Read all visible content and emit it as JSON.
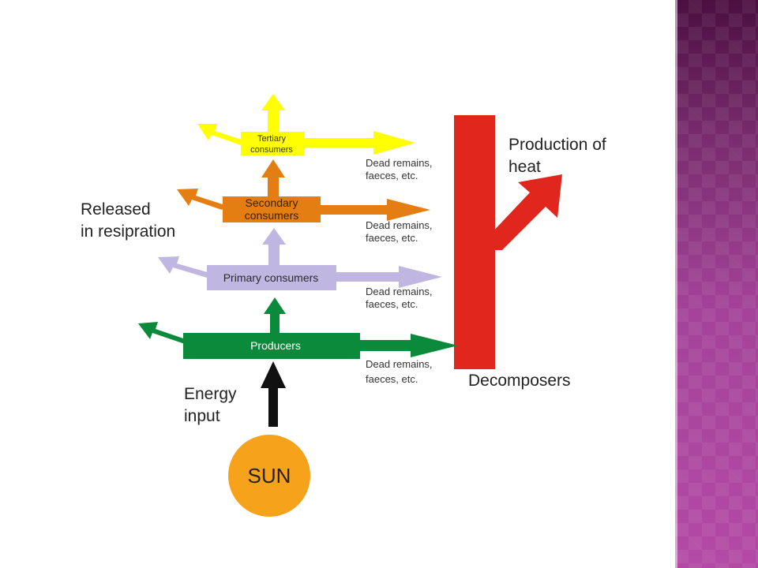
{
  "labels": {
    "released": [
      "Released",
      "in resipration"
    ],
    "production_heat": [
      "Production of",
      "heat"
    ],
    "decomposers": "Decomposers",
    "energy_input": [
      "Energy",
      "input"
    ],
    "sun": "SUN",
    "dead_remains": [
      "Dead remains,",
      "faeces, etc."
    ]
  },
  "levels": [
    {
      "name": "tertiary",
      "label": [
        "Tertiary",
        "consumers"
      ],
      "color": "#ffff00"
    },
    {
      "name": "secondary",
      "label": [
        "Secondary",
        "consumers"
      ],
      "color": "#e57e12"
    },
    {
      "name": "primary",
      "label": [
        "Primary consumers"
      ],
      "color": "#c0b6e2"
    },
    {
      "name": "producers",
      "label": [
        "Producers"
      ],
      "color": "#0c8a3c"
    }
  ],
  "colors": {
    "decomposer_bar": "#e0261d",
    "sun_fill": "#f7a21b",
    "energy_arrow": "#111111",
    "side_band": "#a44399"
  }
}
